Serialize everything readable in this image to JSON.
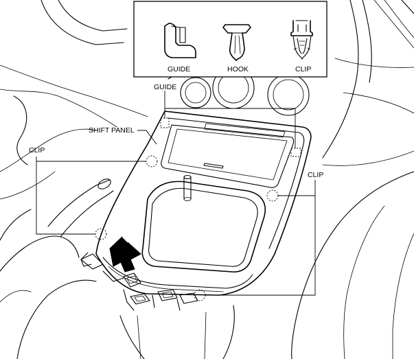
{
  "inset": {
    "guide_label": "GUIDE",
    "hook_label": "HOOK",
    "clip_label": "CLIP"
  },
  "callouts": {
    "guide": "GUIDE",
    "shift_panel": "SHIFT PANEL",
    "clip_left": "CLIP",
    "clip_right": "CLIP"
  },
  "icons": {
    "guide_part": "guide-fastener-icon",
    "hook_part": "hook-fastener-icon",
    "clip_part": "clip-fastener-icon",
    "removal_arrow": "removal-direction-arrow-icon"
  }
}
